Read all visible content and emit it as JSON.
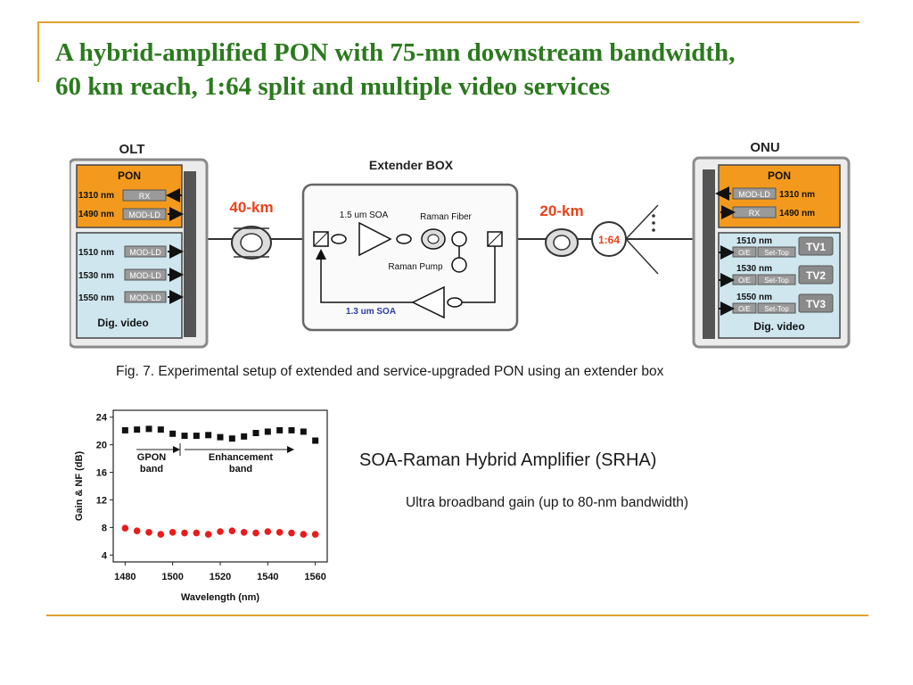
{
  "slide": {
    "title_lines": [
      "A hybrid-amplified PON with 75-mn downstream bandwidth,",
      "60 km reach, 1:64 split and multiple video services"
    ],
    "caption": "Fig. 7. Experimental setup of extended and service-upgraded PON using an extender box",
    "heading": "SOA-Raman Hybrid Amplifier (SRHA)",
    "subtext": "Ultra broadband gain (up to 80-nm bandwidth)"
  },
  "diagram": {
    "olt": {
      "label": "OLT",
      "pon_label": "PON",
      "pon_rows": [
        {
          "wavelength": "1310 nm",
          "component": "RX"
        },
        {
          "wavelength": "1490 nm",
          "component": "MOD-LD"
        }
      ],
      "video_rows": [
        {
          "wavelength": "1510 nm",
          "component": "MOD-LD"
        },
        {
          "wavelength": "1530 nm",
          "component": "MOD-LD"
        },
        {
          "wavelength": "1550 nm",
          "component": "MOD-LD"
        }
      ],
      "video_label": "Dig. video"
    },
    "fiber1": "40-km",
    "extender": {
      "label": "Extender BOX",
      "soa1": "1.5 um SOA",
      "raman_fiber": "Raman Fiber",
      "raman_pump": "Raman Pump",
      "soa2": "1.3 um SOA"
    },
    "fiber2": "20-km",
    "splitter": "1:64",
    "onu": {
      "label": "ONU",
      "pon_label": "PON",
      "pon_rows": [
        {
          "component": "MOD-LD",
          "wavelength": "1310 nm"
        },
        {
          "component": "RX",
          "wavelength": "1490 nm"
        }
      ],
      "video_rows": [
        {
          "wavelength": "1510 nm",
          "oe": "O/E",
          "settop": "Set-Top",
          "tv": "TV1"
        },
        {
          "wavelength": "1530 nm",
          "oe": "O/E",
          "settop": "Set-Top",
          "tv": "TV2"
        },
        {
          "wavelength": "1550 nm",
          "oe": "O/E",
          "settop": "Set-Top",
          "tv": "TV3"
        }
      ],
      "video_label": "Dig. video"
    },
    "colors": {
      "pon": "#f39a1e",
      "video": "#cfe6ef",
      "frame": "#6e6e6e",
      "fiber_label": "#e8421a",
      "soa_label": "#2a3fa0"
    }
  },
  "chart_data": {
    "type": "scatter",
    "xlabel": "Wavelength (nm)",
    "ylabel": "Gain & NF (dB)",
    "xlim": [
      1475,
      1565
    ],
    "ylim": [
      3,
      25
    ],
    "xticks": [
      1480,
      1500,
      1520,
      1540,
      1560
    ],
    "yticks": [
      4,
      8,
      12,
      16,
      20,
      24
    ],
    "annotations": [
      "GPON band",
      "Enhancement band"
    ],
    "series": [
      {
        "marker": "square",
        "color": "#111111",
        "x": [
          1480,
          1485,
          1490,
          1495,
          1500,
          1505,
          1510,
          1515,
          1520,
          1525,
          1530,
          1535,
          1540,
          1545,
          1550,
          1555,
          1560
        ],
        "y": [
          22.1,
          22.2,
          22.3,
          22.2,
          21.6,
          21.3,
          21.3,
          21.4,
          21.1,
          20.9,
          21.2,
          21.7,
          21.9,
          22.1,
          22.1,
          21.9,
          20.6
        ]
      },
      {
        "marker": "circle",
        "color": "#e81c1c",
        "x": [
          1480,
          1485,
          1490,
          1495,
          1500,
          1505,
          1510,
          1515,
          1520,
          1525,
          1530,
          1535,
          1540,
          1545,
          1550,
          1555,
          1560
        ],
        "y": [
          7.9,
          7.5,
          7.3,
          7.0,
          7.3,
          7.2,
          7.2,
          7.0,
          7.4,
          7.5,
          7.3,
          7.2,
          7.4,
          7.3,
          7.2,
          7.0,
          7.0
        ]
      }
    ]
  }
}
